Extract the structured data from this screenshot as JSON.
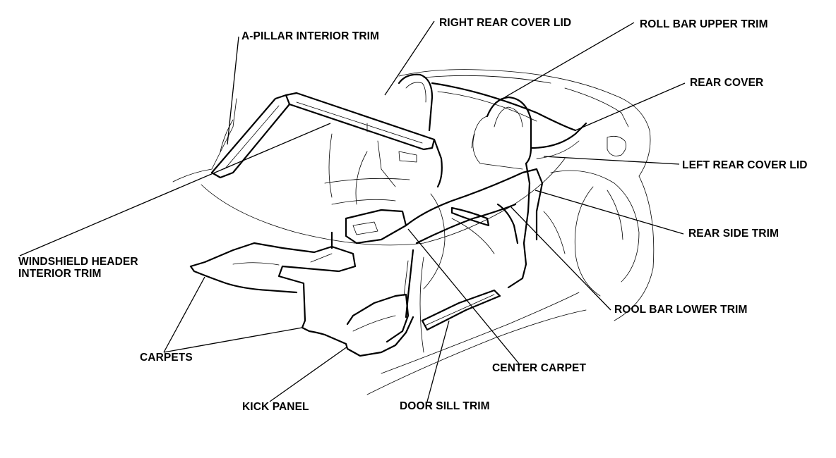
{
  "labels": {
    "a_pillar": "A-PILLAR INTERIOR TRIM",
    "right_rear_cover_lid": "RIGHT REAR COVER LID",
    "roll_bar_upper_trim": "ROLL BAR UPPER TRIM",
    "rear_cover": "REAR COVER",
    "left_rear_cover_lid": "LEFT REAR COVER LID",
    "rear_side_trim": "REAR SIDE TRIM",
    "windshield_header_1": "WINDSHIELD HEADER",
    "windshield_header_2": "INTERIOR TRIM",
    "rool_bar_lower_trim": "ROOL BAR LOWER TRIM",
    "carpets": "CARPETS",
    "center_carpet": "CENTER CARPET",
    "kick_panel": "KICK PANEL",
    "door_sill_trim": "DOOR SILL TRIM"
  }
}
